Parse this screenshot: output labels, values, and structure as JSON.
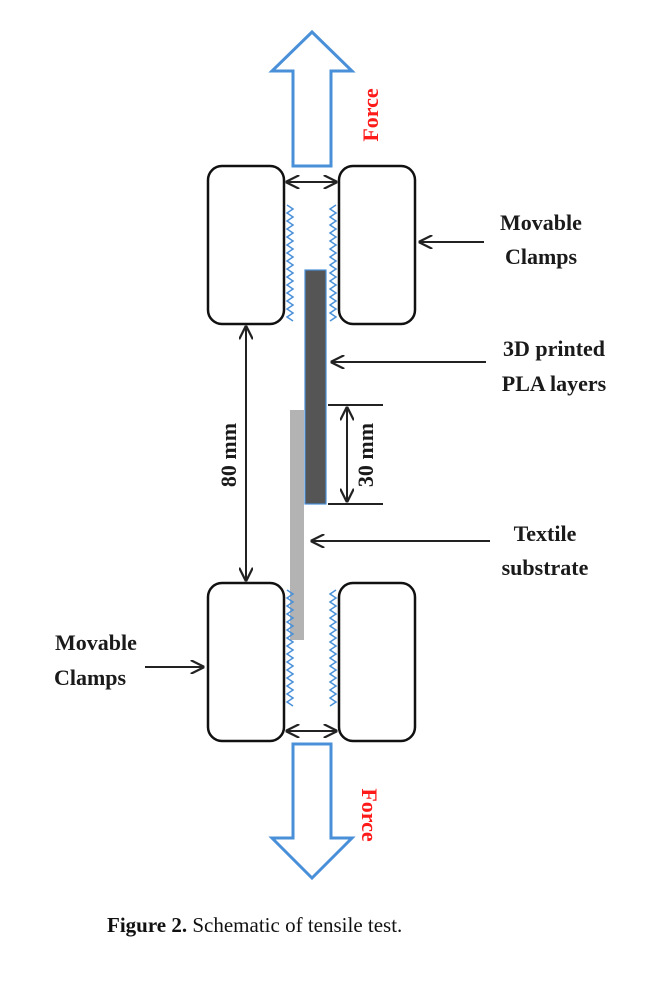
{
  "figure": {
    "caption_label": "Figure 2.",
    "caption_text": " Schematic of tensile test."
  },
  "labels": {
    "force_top": "Force",
    "force_bottom": "Force",
    "clamps_top_line1": "Movable",
    "clamps_top_line2": "Clamps",
    "clamps_bottom_line1": "Movable",
    "clamps_bottom_line2": "Clamps",
    "pla_line1": "3D printed",
    "pla_line2": "PLA layers",
    "textile_line1": "Textile",
    "textile_line2": "substrate",
    "gauge_length": "80 mm",
    "overlap_length": "30 mm"
  },
  "colors": {
    "arrow_outline": "#4a90d9",
    "force_text": "#ff1a1a",
    "pla_strip": "#555555",
    "textile_strip": "#b3b3b3",
    "jaw_teeth": "#4a90d9"
  }
}
